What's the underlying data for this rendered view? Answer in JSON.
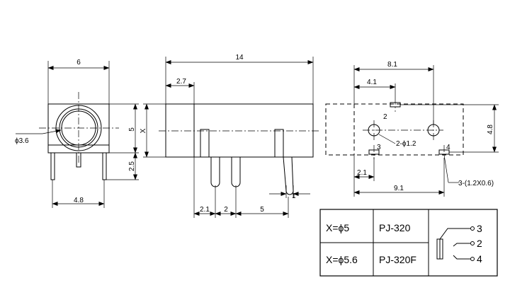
{
  "front_view": {
    "dim_width": "6",
    "dim_height": "5",
    "dim_pin_length": "2.5",
    "dim_pin_spacing": "4.8",
    "dim_diameter": "ϕ3.6"
  },
  "side_view": {
    "dim_length": "14",
    "dim_offset": "2.7",
    "dim_x": "X",
    "dim_pin1": "2.1",
    "dim_pin2": "2",
    "dim_pin3": "5",
    "dim_pin_width": "1"
  },
  "footprint": {
    "dim_total": "8.1",
    "dim_left": "4.1",
    "dim_height": "4.8",
    "dim_edge": "2.1",
    "dim_width": "9.1",
    "label_pad_2": "2",
    "label_pad_3": "3",
    "label_pad_4": "4",
    "label_holes": "2-ϕ1.2",
    "label_slots": "3-(1.2X0.6)"
  },
  "table": {
    "rows": [
      {
        "x_value": "X=ϕ5",
        "model": "PJ-320"
      },
      {
        "x_value": "X=ϕ5.6",
        "model": "PJ-320F"
      }
    ],
    "schematic": {
      "pin_3": "3",
      "pin_2": "2",
      "pin_4": "4"
    }
  }
}
